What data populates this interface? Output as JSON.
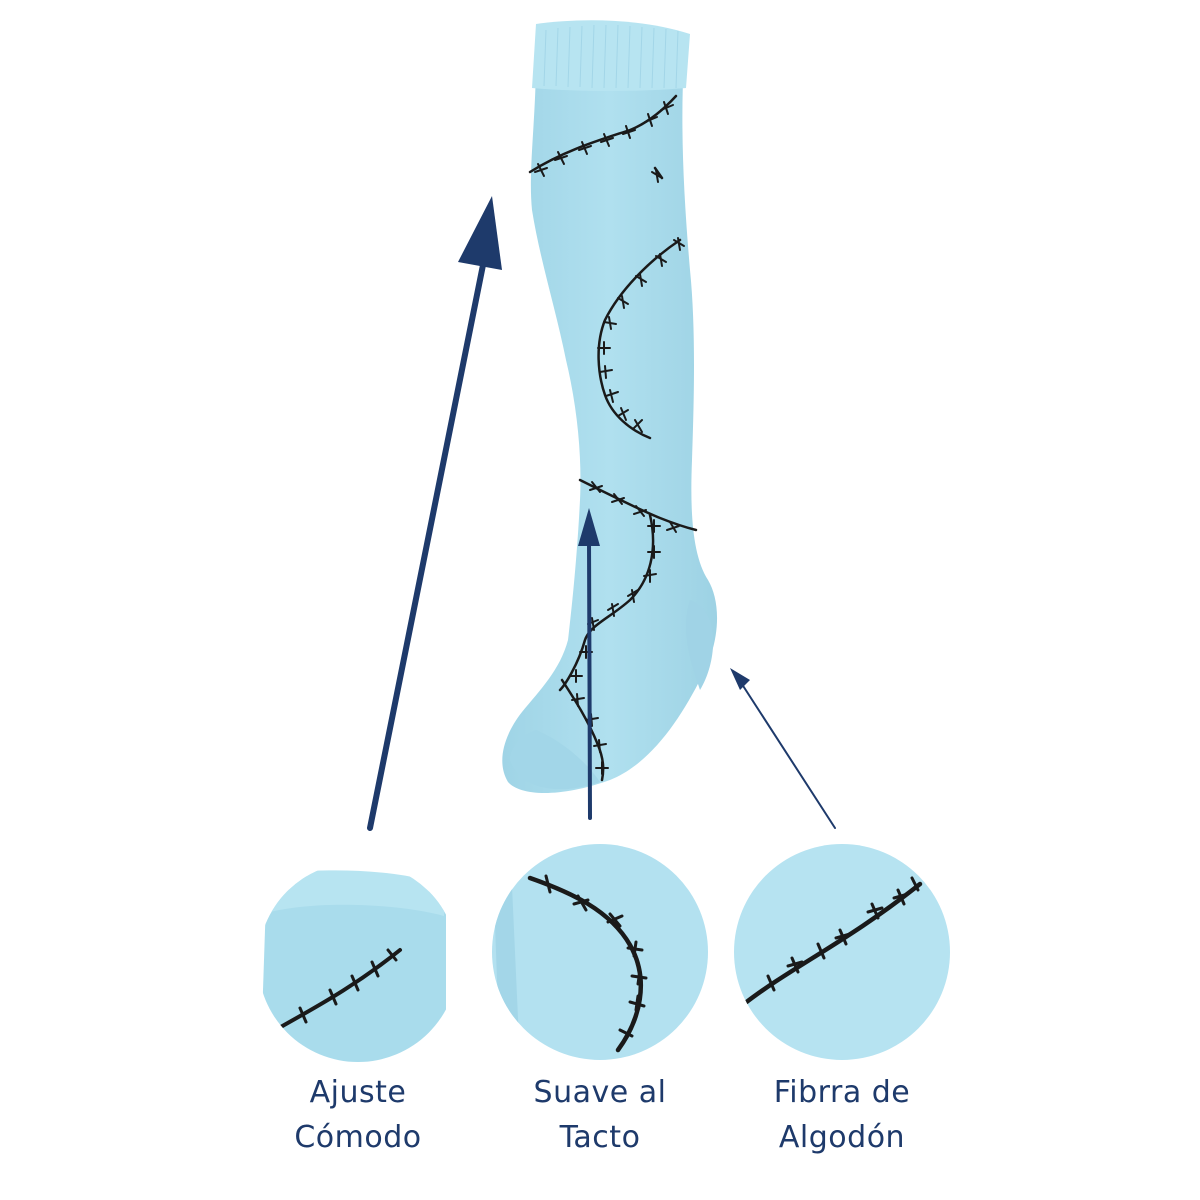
{
  "features": [
    {
      "line1": "Ajuste",
      "line2": "Cómodo"
    },
    {
      "line1": "Suave al",
      "line2": "Tacto"
    },
    {
      "line1": "Fibrra de",
      "line2": "Algodón"
    }
  ],
  "colors": {
    "sock": "#a9dcec",
    "sock_cuff": "#b7e4f1",
    "stitch": "#1a1a1a",
    "arrow": "#1e3a6b",
    "text": "#1e3a6b",
    "background": "#ffffff"
  }
}
